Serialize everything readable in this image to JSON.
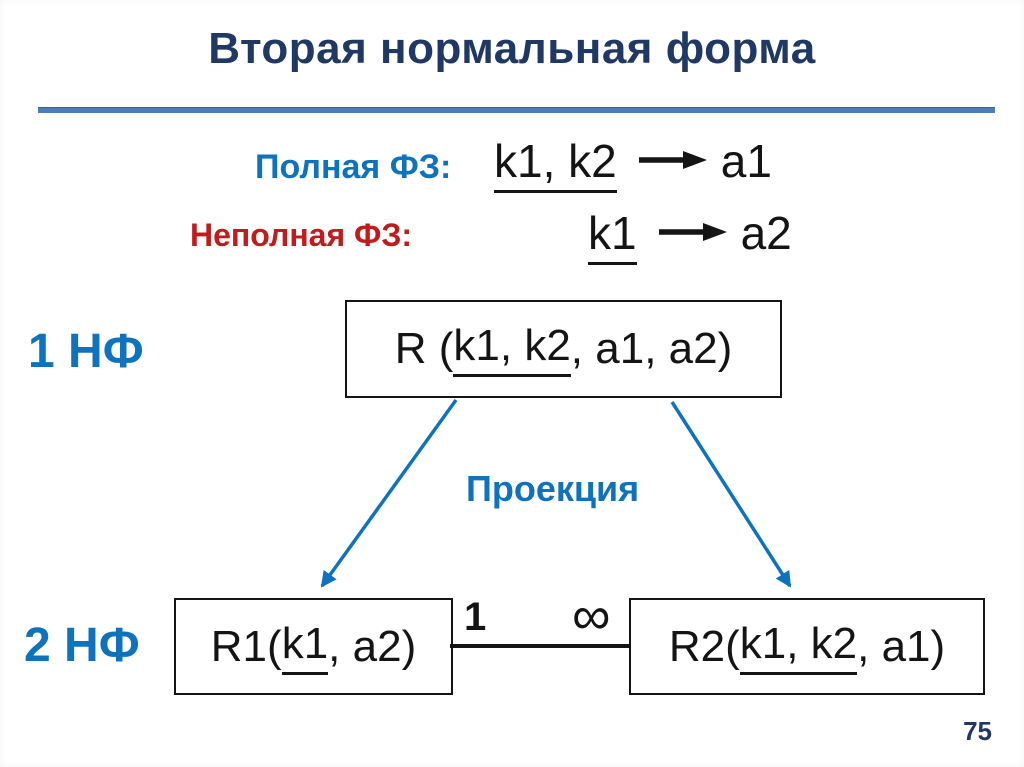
{
  "slide": {
    "title": "Вторая нормальная форма",
    "page_number": "75"
  },
  "colors": {
    "title_navy": "#1F3864",
    "accent_blue": "#0F72BD",
    "label_red": "#C11B1B",
    "divider_blue": "#4C7CBA",
    "text_black": "#141414"
  },
  "dependencies": {
    "full": {
      "label": "Полная ФЗ:",
      "determinant": "k1, k2",
      "dependent": "a1"
    },
    "partial": {
      "label": "Неполная ФЗ:",
      "determinant": "k1",
      "dependent": "a2"
    }
  },
  "diagram": {
    "nf1_label": "1 НФ",
    "nf2_label": "2 НФ",
    "projection_label": "Проекция",
    "relation_r": {
      "prefix": "R (",
      "key": "k1, k2",
      "suffix": ", a1, a2)"
    },
    "relation_r1": {
      "prefix": "R1(",
      "key": "k1",
      "suffix": ", a2)"
    },
    "relation_r2": {
      "prefix": "R2(",
      "key": "k1, k2",
      "suffix": ", a1)"
    },
    "cardinality": {
      "one": "1",
      "many": "∞"
    }
  }
}
